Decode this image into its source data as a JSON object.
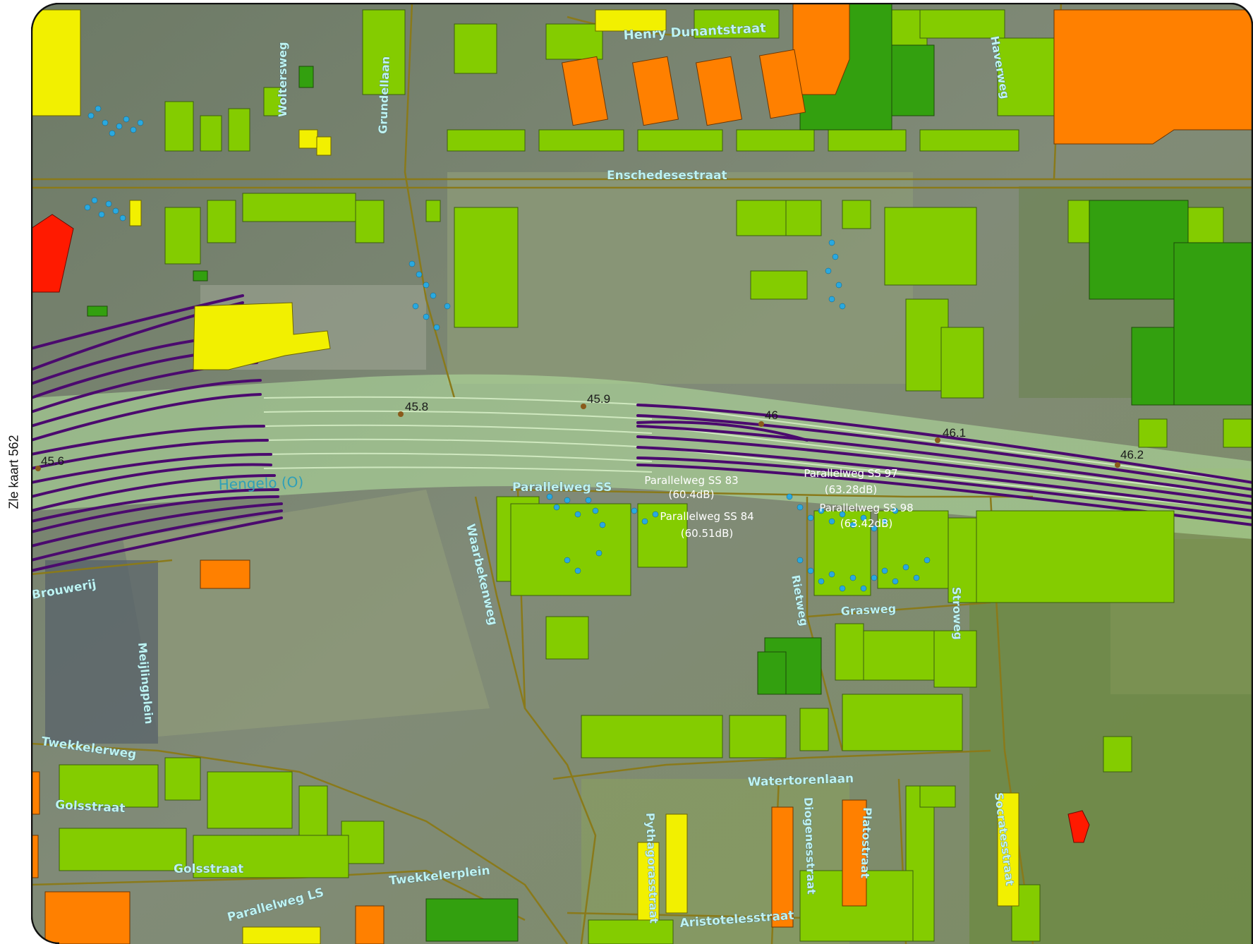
{
  "map": {
    "side_label": "Zle kaart 562",
    "colors": {
      "noise_low": "#84cc00",
      "noise_mid": "#33a00f",
      "noise_high": "#f2f000",
      "noise_higher": "#ff8000",
      "noise_highest": "#ff1a00",
      "track": "#4b0a6e",
      "road": "#8a7a1a",
      "receiver": "#2aa9e0"
    },
    "streets": [
      {
        "id": "henry",
        "text": "Henry Dunantstraat"
      },
      {
        "id": "woltersweg",
        "text": "Woltersweg"
      },
      {
        "id": "grundellaan",
        "text": "Grundellaan"
      },
      {
        "id": "haverweg",
        "text": "Haverweg"
      },
      {
        "id": "enschedesestraat",
        "text": "Enschedesestraat"
      },
      {
        "id": "brouwerij",
        "text": "Brouwerij"
      },
      {
        "id": "waarbekenweg",
        "text": "Waarbekenweg"
      },
      {
        "id": "meijlingplein",
        "text": "Meijlingplein"
      },
      {
        "id": "twekkelerweg",
        "text": "Twekkelerweg"
      },
      {
        "id": "golsstraat1",
        "text": "Golsstraat"
      },
      {
        "id": "golsstraat2",
        "text": "Golsstraat"
      },
      {
        "id": "twekkelerplein",
        "text": "Twekkelerplein"
      },
      {
        "id": "parallelwegls",
        "text": "Parallelweg LS"
      },
      {
        "id": "parallelwegss",
        "text": "Parallelweg SS"
      },
      {
        "id": "rietweg",
        "text": "Rietweg"
      },
      {
        "id": "grasweg",
        "text": "Grasweg"
      },
      {
        "id": "stroweg",
        "text": "Stroweg"
      },
      {
        "id": "watertorenlaan",
        "text": "Watertorenlaan"
      },
      {
        "id": "pythagorasstraat",
        "text": "Pythagorasstraat"
      },
      {
        "id": "diogenesstraat",
        "text": "Diogenesstraat"
      },
      {
        "id": "platostraat",
        "text": "Platostraat"
      },
      {
        "id": "socratesstraat",
        "text": "Socratesstraat"
      },
      {
        "id": "aristotelesstraat",
        "text": "Aristotelesstraat"
      }
    ],
    "km_markers": [
      "45.6",
      "45.8",
      "45.9",
      "46",
      "46.1",
      "46.2"
    ],
    "station": "Hengelo (O)",
    "receivers": [
      {
        "name": "Parallelweg SS 83",
        "value": "(60.4dB)"
      },
      {
        "name": "Parallelweg SS 84",
        "value": "(60.51dB)"
      },
      {
        "name": "Parallelweg SS 97",
        "value": "(63.28dB)"
      },
      {
        "name": "Parallelweg SS 98",
        "value": "(63.42dB)"
      }
    ]
  }
}
